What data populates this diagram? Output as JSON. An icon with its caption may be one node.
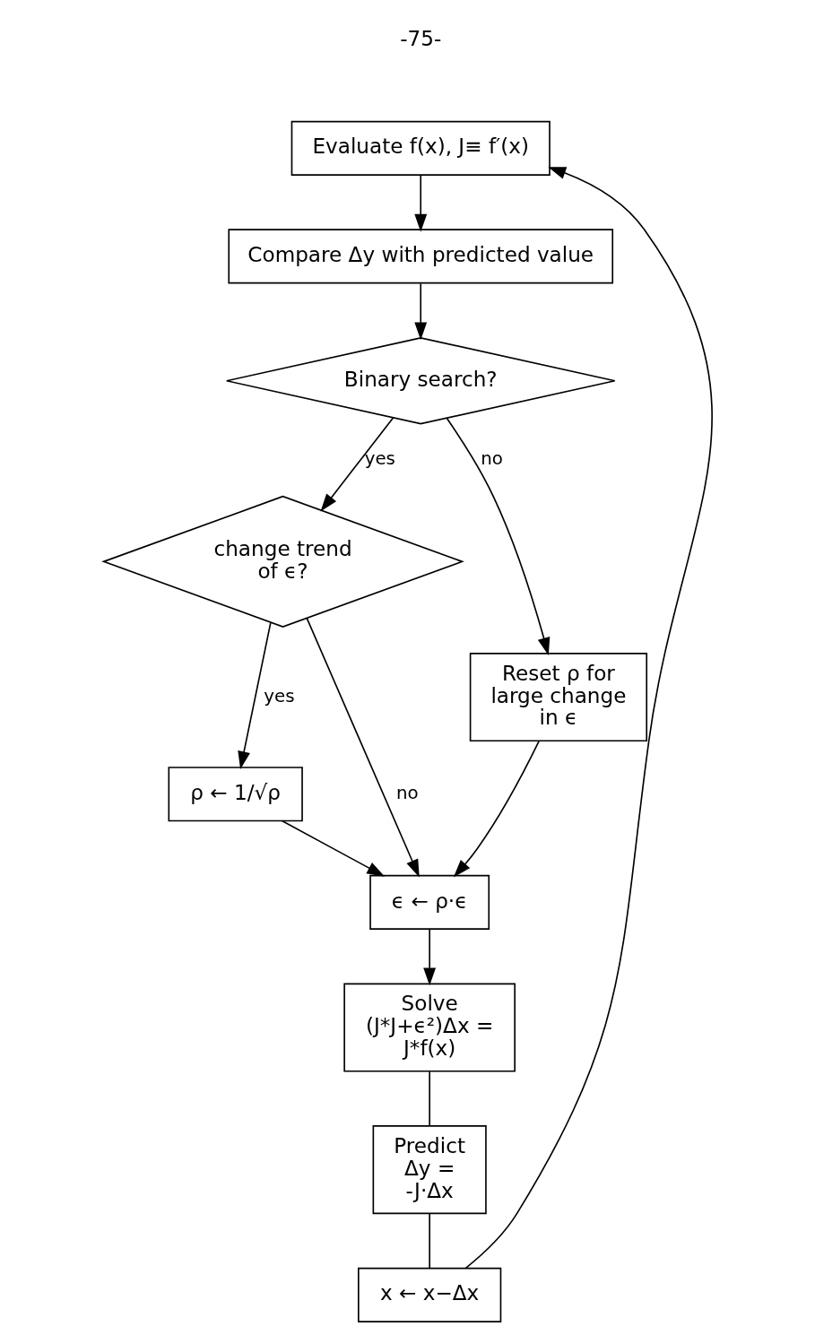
{
  "diagram": {
    "nodes": [
      {
        "text": [
          "Evaluate f(x), J≡ f′(x)"
        ]
      },
      {
        "text": [
          "Compare Δy with predicted value"
        ]
      },
      {
        "text": [
          "Binary search?"
        ]
      },
      {
        "text": [
          "change trend of ϵ?"
        ]
      },
      {
        "text": [
          "Reset ρ for large change in ϵ"
        ]
      },
      {
        "text": [
          "ρ ← 1/√ρ"
        ]
      },
      {
        "text": [
          "ϵ ← ρ·ϵ"
        ]
      },
      {
        "text": [
          "Solve (J*J+ϵ²)Δx = J*f(x)"
        ]
      },
      {
        "text": [
          "Predict Δy = -J·Δx"
        ]
      },
      {
        "text": [
          "x ← x−Δx"
        ]
      }
    ],
    "edges": [
      {
        "from": 0,
        "to": 1,
        "arrow": "to"
      },
      {
        "from": 1,
        "to": 2,
        "arrow": "to"
      },
      {
        "from": 2,
        "to": 3,
        "arrow": "to",
        "label": "yes"
      },
      {
        "from": 2,
        "to": 4,
        "arrow": "to",
        "label": "no"
      },
      {
        "from": 3,
        "to": 5,
        "arrow": "to",
        "label": "yes"
      },
      {
        "from": 3,
        "to": 6,
        "arrow": "to",
        "label": "no"
      },
      {
        "from": 5,
        "to": 6,
        "arrow": "to"
      },
      {
        "from": 4,
        "to": 6,
        "arrow": "to"
      },
      {
        "from": 6,
        "to": 7,
        "arrow": "to"
      },
      {
        "from": 7,
        "to": 8,
        "arrow": "none"
      },
      {
        "from": 8,
        "to": 9,
        "arrow": "none"
      },
      {
        "from": 9,
        "to": 0,
        "arrow": "to"
      }
    ],
    "labels": [
      "-75-"
    ]
  }
}
